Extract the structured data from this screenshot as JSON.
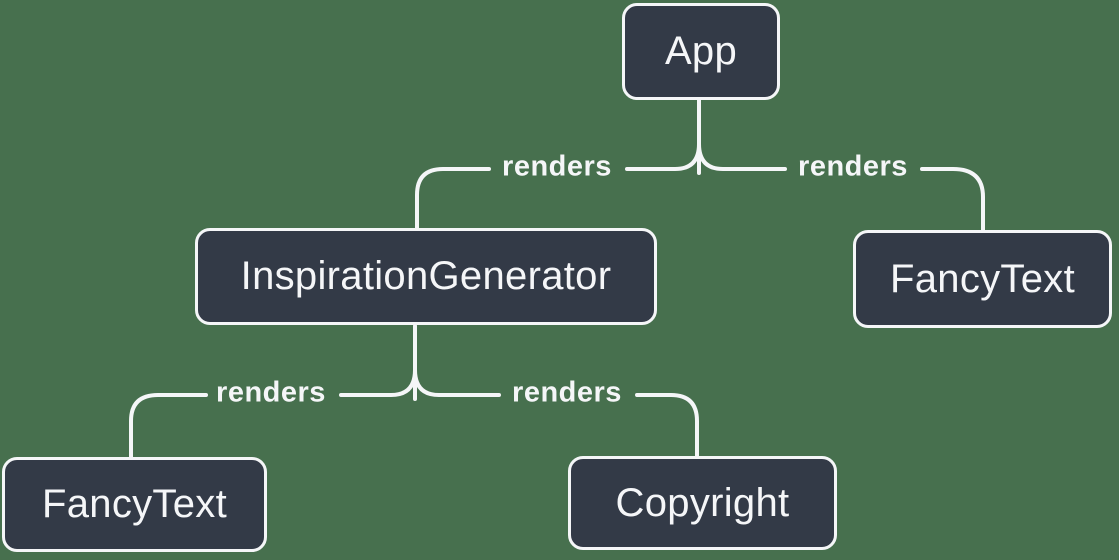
{
  "diagram": {
    "type": "render-tree",
    "colors": {
      "background": "#47704e",
      "node_fill": "#333a47",
      "node_border": "#f5f6f8",
      "line": "#f5f6f8",
      "text": "#f5f6f8"
    },
    "nodes": [
      {
        "id": "app",
        "label": "App"
      },
      {
        "id": "inspiration-generator",
        "label": "InspirationGenerator"
      },
      {
        "id": "fancy-text-top",
        "label": "FancyText"
      },
      {
        "id": "fancy-text-bottom",
        "label": "FancyText"
      },
      {
        "id": "copyright",
        "label": "Copyright"
      }
    ],
    "edges": [
      {
        "from": "App",
        "to": "InspirationGenerator",
        "label": "renders"
      },
      {
        "from": "App",
        "to": "FancyText",
        "label": "renders"
      },
      {
        "from": "InspirationGenerator",
        "to": "FancyText",
        "label": "renders"
      },
      {
        "from": "InspirationGenerator",
        "to": "Copyright",
        "label": "renders"
      }
    ]
  }
}
